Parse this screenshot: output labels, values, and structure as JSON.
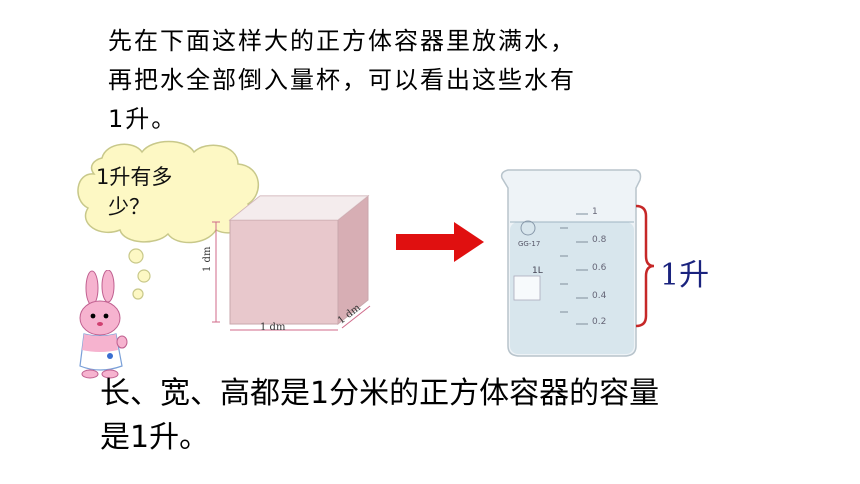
{
  "intro": {
    "lines": [
      "先在下面这样大的正方体容器里放满水，",
      "再把水全部倒入量杯，可以看出这些水有",
      "1升。"
    ]
  },
  "bubble": {
    "lines": [
      "1升有多",
      "少？"
    ]
  },
  "cube": {
    "height_label": "1 dm",
    "width_label": "1 dm",
    "depth_label": "1 dm"
  },
  "beaker": {
    "brand": "GG-17",
    "capacity": "1L",
    "scale": [
      "1",
      "0.8",
      "0.6",
      "0.4",
      "0.2"
    ]
  },
  "volume_label": "1升",
  "conclusion": {
    "lines": [
      "长、宽、高都是1分米的正方体容器的容量",
      "是1升。"
    ]
  },
  "colors": {
    "arrow": "#e01010",
    "brace": "#c62828",
    "label": "#1a237e",
    "bubble": "#fdf8c4"
  }
}
